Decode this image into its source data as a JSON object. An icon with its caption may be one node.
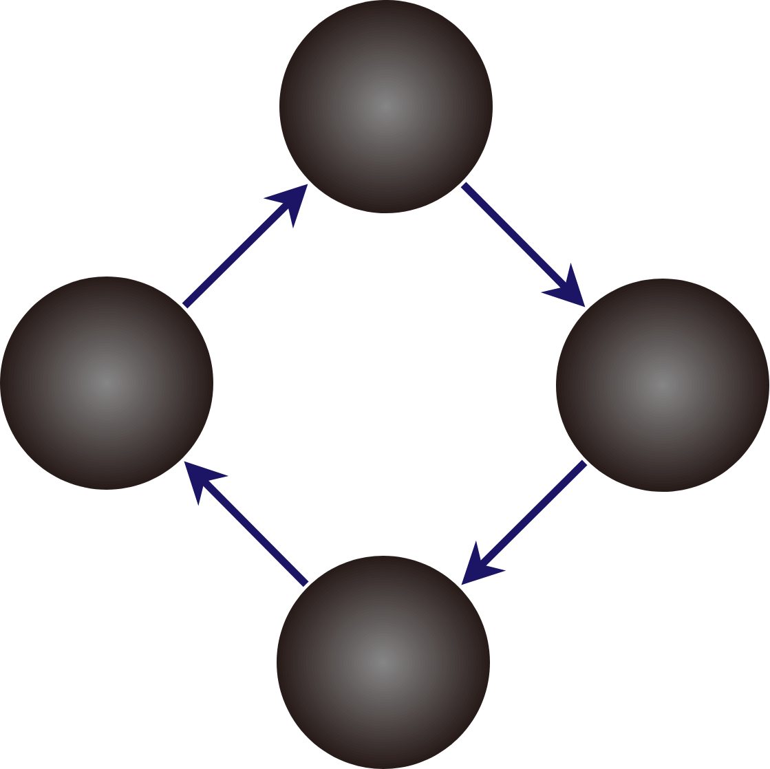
{
  "diagram": {
    "nodes": [
      {
        "text": [],
        "shape": "circle"
      },
      {
        "text": [],
        "shape": "circle"
      },
      {
        "text": [],
        "shape": "circle"
      },
      {
        "text": [],
        "shape": "circle"
      }
    ],
    "edges": [
      {
        "from": 0,
        "to": 2,
        "arrow": "to",
        "color": "#1c1464"
      },
      {
        "from": 2,
        "to": 3,
        "arrow": "to",
        "color": "#1c1464"
      },
      {
        "from": 3,
        "to": 1,
        "arrow": "to",
        "color": "#1c1464"
      },
      {
        "from": 1,
        "to": 0,
        "arrow": "to",
        "color": "#1c1464"
      }
    ]
  }
}
